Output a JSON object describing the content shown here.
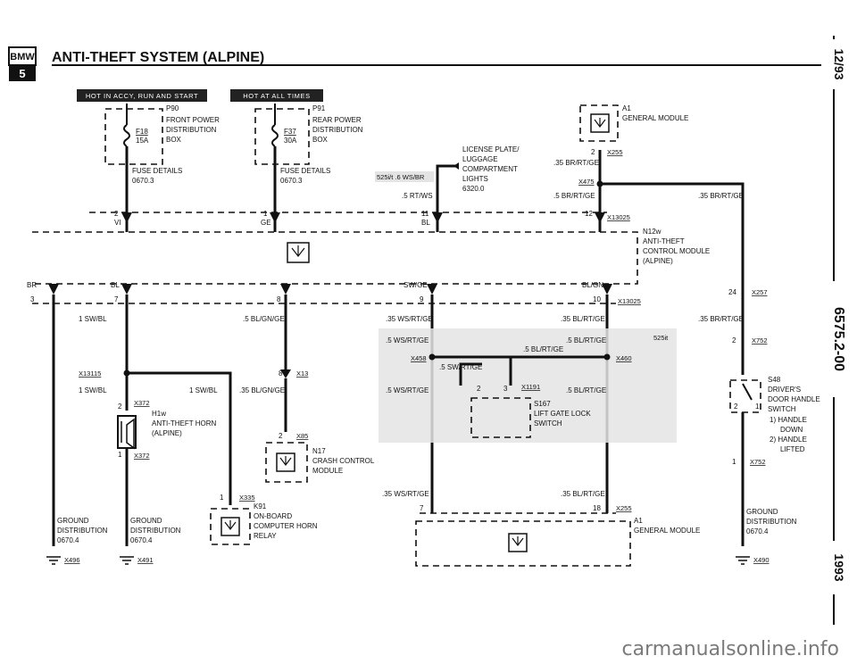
{
  "header": {
    "brand_top": "BMW",
    "brand_bottom": "5",
    "title": "ANTI-THEFT SYSTEM (ALPINE)"
  },
  "side_labels": {
    "date": "12/93",
    "doc_number": "6575.2-00",
    "year": "1993"
  },
  "power_tags": {
    "ignition": "HOT IN ACCY, RUN AND START",
    "always": "HOT AT ALL TIMES"
  },
  "fuse_p90": {
    "id": "P90",
    "name_line1": "FRONT POWER",
    "name_line2": "DISTRIBUTION",
    "name_line3": "BOX",
    "fuse": "F18",
    "rating": "15A",
    "details_line1": "FUSE DETAILS",
    "details_line2": "0670.3"
  },
  "fuse_p91": {
    "id": "P91",
    "name_line1": "REAR POWER",
    "name_line2": "DISTRIBUTION",
    "name_line3": "BOX",
    "fuse": "F37",
    "rating": "30A",
    "details_line1": "FUSE DETAILS",
    "details_line2": "0670.3"
  },
  "general_module_top": {
    "id": "A1",
    "name": "GENERAL MODULE",
    "pin": "2",
    "connector": "X255",
    "wire": ".35 BR/RT/GE"
  },
  "license_lights": {
    "line1": "LICENSE PLATE/",
    "line2": "LUGGAGE",
    "line3": "COMPARTMENT",
    "line4": "LIGHTS",
    "line5": "6320.0",
    "connector": "X475",
    "variant": "525i/t .6 WS/BR",
    "wire": ".5 RT/WS"
  },
  "wire_br_rt_ge_to_control": ".5 BR/RT/GE",
  "wire_right_br_rt_ge": ".35 BR/RT/GE",
  "control_module": {
    "id": "N12w",
    "name_line1": "ANTI-THEFT",
    "name_line2": "CONTROL MODULE",
    "name_line3": "(ALPINE)",
    "connector_top": "X13025",
    "connector_bottom": "X13025",
    "pins_top": [
      {
        "pin": "2",
        "color": "VI"
      },
      {
        "pin": "1",
        "color": "GE"
      },
      {
        "pin": "11",
        "color": "BL"
      },
      {
        "pin": "12",
        "color": ""
      }
    ],
    "pins_bottom": [
      {
        "pin": "3",
        "color": "BR"
      },
      {
        "pin": "7",
        "color": "BL"
      },
      {
        "pin": "8",
        "color": ""
      },
      {
        "pin": "9",
        "color": "SW/GE"
      },
      {
        "pin": "10",
        "color": "BL/GN"
      }
    ]
  },
  "bottom_wires": {
    "w1": "1 SW/BL",
    "w2": ".5 BL/GN/GE",
    "w3": ".35 WS/RT/GE",
    "w4": ".35 BL/RT/GE",
    "w5": ".35 BR/RT/GE",
    "w6": "1 SW/BL",
    "w7": "1 SW/BL",
    "w8": ".35 BL/GN/GE",
    "w9": ".35 WS/RT/GE",
    "w10": ".35 BL/RT/GE"
  },
  "horn": {
    "id": "H1w",
    "line1": "ANTI-THEFT HORN",
    "line2": "(ALPINE)",
    "conn_top": "X372",
    "conn_bottom": "X372",
    "pin_top": "2",
    "pin_bottom": "1",
    "splice": "X13115"
  },
  "crash_module": {
    "id": "N17",
    "line1": "CRASH CONTROL",
    "line2": "MODULE",
    "conn_top": "X13",
    "conn_bottom": "X85",
    "pin_top": "8",
    "pin_bottom": "2"
  },
  "onboard_relay": {
    "id": "K91",
    "line1": "ON-BOARD",
    "line2": "COMPUTER HORN",
    "line3": "RELAY",
    "connector": "X335",
    "pin": "1"
  },
  "liftgate": {
    "variant": "525it",
    "splice_left": "X458",
    "splice_right": "X460",
    "wire_a": ".5 WS/RT/GE",
    "wire_b": ".5 BL/RT/GE",
    "wire_c": ".5 BL/RT/GE",
    "wire_d": ".5 SW/RT/GE",
    "wire_e": ".5 WS/RT/GE",
    "wire_f": ".5 BL/RT/GE",
    "switch_id": "S167",
    "switch_line1": "LIFT GATE LOCK",
    "switch_line2": "SWITCH",
    "connector": "X1191",
    "pin_a": "2",
    "pin_b": "3"
  },
  "general_module_bottom": {
    "id": "A1",
    "name": "GENERAL MODULE",
    "connector": "X255",
    "pin_left": "7",
    "pin_right": "18"
  },
  "door_switch": {
    "id": "S48",
    "line1": "DRIVER'S",
    "line2": "DOOR HANDLE",
    "line3": "SWITCH",
    "note1": "1) HANDLE",
    "note1b": "DOWN",
    "note2": "2) HANDLE",
    "note2b": "LIFTED",
    "conn_top": "X257",
    "conn_mid": "X752",
    "conn_bottom": "X752",
    "pin_top": "24",
    "pin_mid": "2",
    "pin_bottom": "1",
    "pos1": "2",
    "pos2": "1"
  },
  "grounds": [
    {
      "line1": "GROUND",
      "line2": "DISTRIBUTION",
      "line3": "0670.4",
      "connector": "X496"
    },
    {
      "line1": "GROUND",
      "line2": "DISTRIBUTION",
      "line3": "0670.4",
      "connector": "X491"
    },
    {
      "line1": "GROUND",
      "line2": "DISTRIBUTION",
      "line3": "0670.4",
      "connector": "X490"
    }
  ],
  "watermark": "carmanualsonline.info"
}
